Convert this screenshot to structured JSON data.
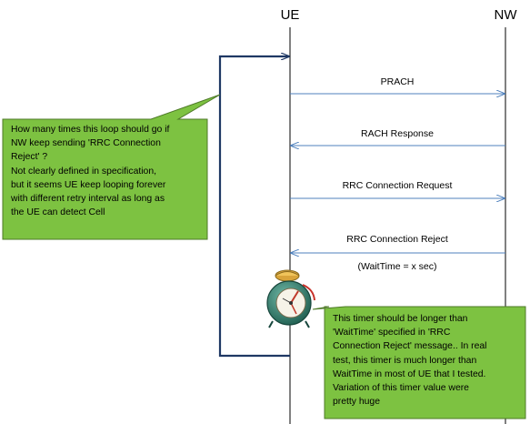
{
  "participants": {
    "ue": "UE",
    "nw": "NW"
  },
  "messages": [
    {
      "label": "PRACH",
      "direction": "UE->NW"
    },
    {
      "label": "RACH Response",
      "direction": "NW->UE"
    },
    {
      "label": "RRC Connection Request",
      "direction": "UE->NW"
    },
    {
      "label": "RRC Connection Reject",
      "direction": "NW->UE"
    }
  ],
  "wait_time_note": "(WaitTime =  x sec)",
  "loop_note": "How many times this loop should go if\nNW keep sending 'RRC Connection\nReject' ?\nNot clearly defined in specification,\nbut it seems UE keep looping forever\nwith different retry interval as long as\nthe UE can detect Cell",
  "timer_note": "This timer should be longer than\n'WaitTime' specified in 'RRC\nConnection Reject' message.. In real\ntest, this timer is much longer than\nWaitTime in most of UE that I tested.\nVariation of this timer value were\npretty huge",
  "colors": {
    "callout_fill": "#7dc241",
    "callout_border": "#4e7a28",
    "loop_line": "#1f3864",
    "arrow": "#4f81bd",
    "lifeline": "#000000",
    "timer_body": "#2e7d6b"
  },
  "icons": {
    "timer": "alarm-clock-icon"
  }
}
